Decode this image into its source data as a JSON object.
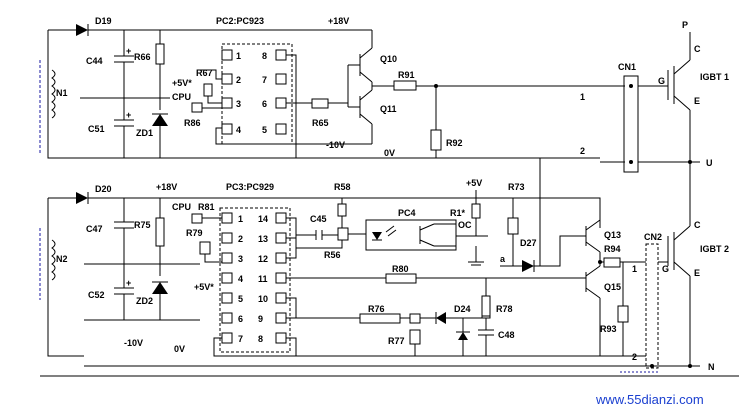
{
  "upper": {
    "d19": "D19",
    "c44": "C44",
    "r66": "R66",
    "pc2": "PC2:PC923",
    "p18v": "+18V",
    "q10": "Q10",
    "r91": "R91",
    "q11": "Q11",
    "n1": "N1",
    "c51": "C51",
    "zd1": "ZD1",
    "p5v": "+5V*",
    "r67": "R67",
    "cpu": "CPU",
    "r86": "R86",
    "r65": "R65",
    "r92": "R92",
    "m10v": "-10V",
    "zero_v": "0V",
    "pins": [
      "1",
      "2",
      "3",
      "4",
      "8",
      "7",
      "6",
      "5"
    ]
  },
  "lower": {
    "d20": "D20",
    "p18v": "+18V",
    "pc3": "PC3:PC929",
    "r58": "R58",
    "p5v": "+5V",
    "r73": "R73",
    "c47": "C47",
    "r75": "R75",
    "cpu": "CPU",
    "r81": "R81",
    "r79": "R79",
    "c45": "C45",
    "pc4": "PC4",
    "r1": "R1*",
    "oc": "OC",
    "n2": "N2",
    "r56": "R56",
    "p5v_star": "+5V*",
    "d27": "D27",
    "a": "a",
    "r80": "R80",
    "c52": "C52",
    "zd2": "ZD2",
    "r76": "R76",
    "d24": "D24",
    "r78": "R78",
    "c48": "C48",
    "r77": "R77",
    "m10v": "-10V",
    "zero_v": "0V",
    "q13": "Q13",
    "r94": "R94",
    "q15": "Q15",
    "r93": "R93",
    "pins_left": [
      "1",
      "2",
      "3",
      "4",
      "5",
      "6",
      "7"
    ],
    "pins_right": [
      "14",
      "13",
      "12",
      "11",
      "10",
      "9",
      "8"
    ]
  },
  "right": {
    "p": "P",
    "c_top": "C",
    "g_top": "G",
    "igbt1": "IGBT 1",
    "e_top": "E",
    "cn1": "CN1",
    "wire1_top": "1",
    "wire2_top": "2",
    "u": "U",
    "c_bot": "C",
    "cn2": "CN2",
    "igbt2": "IGBT 2",
    "wire1_bot": "1",
    "g_bot": "G",
    "e_bot": "E",
    "wire2_bot": "2",
    "n": "N"
  },
  "watermark": "www.55dianzi.com"
}
